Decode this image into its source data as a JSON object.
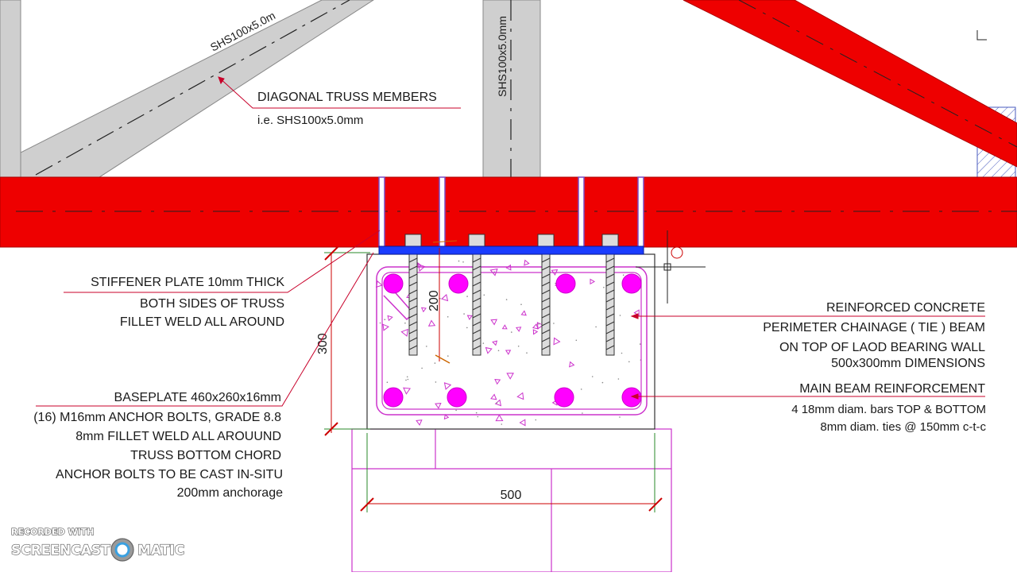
{
  "member_labels": {
    "diagonal": "SHS100x5.0m",
    "vertical": "SHS100x5.0mm"
  },
  "notes": {
    "diagonal_truss": [
      "DIAGONAL TRUSS MEMBERS",
      "i.e. SHS100x5.0mm"
    ],
    "stiffener": [
      "STIFFENER PLATE 10mm THICK",
      "BOTH SIDES OF TRUSS",
      "FILLET WELD ALL AROUND"
    ],
    "baseplate": [
      "BASEPLATE 460x260x16mm",
      "(16) M16mm ANCHOR BOLTS, GRADE 8.8",
      "8mm FILLET WELD ALL AROUUND",
      "TRUSS BOTTOM CHORD",
      "ANCHOR BOLTS TO BE CAST IN-SITU",
      "200mm anchorage"
    ],
    "concrete_beam": [
      "REINFORCED CONCRETE",
      "PERIMETER CHAINAGE ( TIE ) BEAM",
      "ON TOP OF LAOD BEARING WALL",
      "500x300mm DIMENSIONS"
    ],
    "reinforcement": [
      "MAIN BEAM REINFORCEMENT",
      "4 18mm diam. bars TOP & BOTTOM",
      "8mm diam. ties @ 150mm c-t-c"
    ]
  },
  "dimensions": {
    "height": "300",
    "anchorage": "200",
    "width": "500"
  },
  "watermark": {
    "line1": "RECORDED WITH",
    "brand_left": "SCREENCAST",
    "brand_right": "MATIC"
  },
  "colors": {
    "chord": "#ee0000",
    "member": "#cfcfcf",
    "baseplate": "#1a3cff",
    "rebar": "#ff00ff",
    "leader": "#c8002a",
    "magenta_line": "#cc33cc",
    "dimension": "#cc0000"
  }
}
